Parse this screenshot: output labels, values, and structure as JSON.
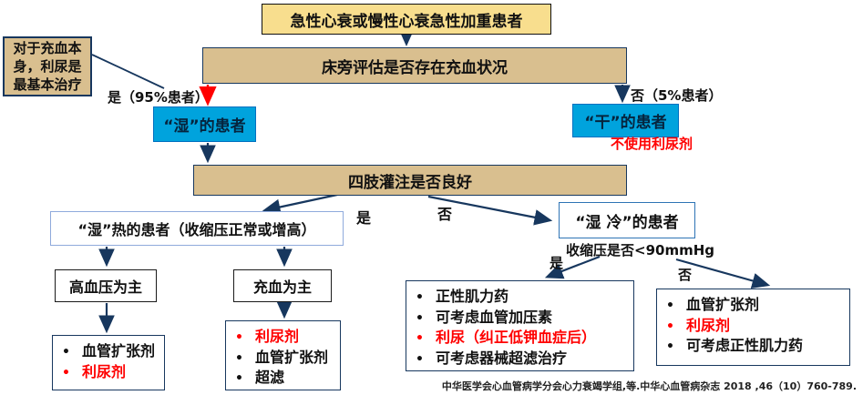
{
  "flowchart": {
    "title_box": "急性心衰或慢性心衰急性加重患者",
    "note_box": "对于充血本身，利尿是最基本治疗",
    "assess_box": "床旁评估是否存在充血状况",
    "wet_box": "“湿”的患者",
    "dry_box": "“干”的患者",
    "no_diuretic_note": "不使用利尿剂",
    "perfusion_box": "四肢灌注是否良好",
    "wet_warm_box": "“湿”热的患者（收缩压正常或增高）",
    "wet_cold_box": "“湿 冷”的患者",
    "sbp_question": "收缩压是否<90mmHg",
    "htn_box": "高血压为主",
    "congestion_box": "充血为主",
    "labels": {
      "yes_95": "是（95%患者）",
      "no_5": "否（5%患者）",
      "yes_mid": "是",
      "no_mid": "否",
      "yes_low": "是",
      "no_low": "否"
    },
    "lists": {
      "htn": {
        "items": [
          {
            "text": "血管扩张剂",
            "style": "color:#111111"
          },
          {
            "text": "利尿剂",
            "style": "color:#FF0000"
          }
        ]
      },
      "congestion": {
        "items": [
          {
            "text": "利尿剂",
            "style": "color:#FF0000"
          },
          {
            "text": "血管扩张剂",
            "style": "color:#111111"
          },
          {
            "text": "超滤",
            "style": "color:#111111"
          }
        ]
      },
      "low_bp": {
        "items": [
          {
            "text": "正性肌力药",
            "style": "color:#111111"
          },
          {
            "text": "可考虑血管加压素",
            "style": "color:#111111"
          },
          {
            "text": "利尿（纠正低钾血症后）",
            "style": "color:#FF0000"
          },
          {
            "text": "可考虑器械超滤治疗",
            "style": "color:#111111"
          }
        ]
      },
      "normal_bp": {
        "items": [
          {
            "text": "血管扩张剂",
            "style": "color:#111111"
          },
          {
            "text": "利尿剂",
            "style": "color:#FF0000"
          },
          {
            "text": "可考虑正性肌力药",
            "style": "color:#111111"
          }
        ]
      }
    },
    "bullet_glyph": "•",
    "citation": "中华医学会心血管病学分会心力衰竭学组,等.中华心血管病杂志 2018 ,46（10）760-789.",
    "colors": {
      "arrow_navy": "#17375E",
      "highlight_red": "#FF0000",
      "cyan_box_fill": "#00A3DD",
      "tan_box_fill": "#D9BF8F",
      "yellow_box_fill": "#F8DE8E"
    }
  }
}
